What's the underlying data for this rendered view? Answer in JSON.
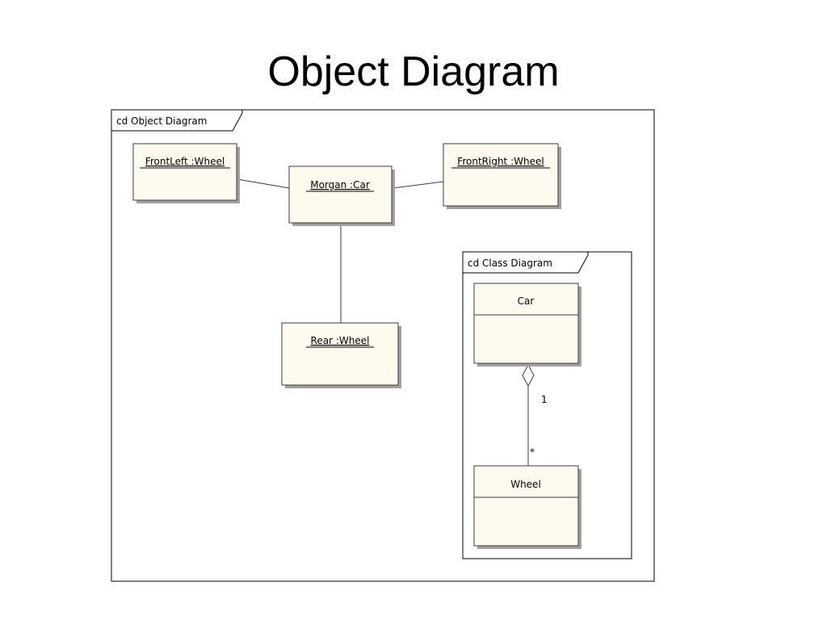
{
  "slide": {
    "title": "Object Diagram"
  },
  "object_frame": {
    "label": "cd Object Diagram"
  },
  "objects": {
    "front_left": "FrontLeft :Wheel",
    "front_right": "FrontRight :Wheel",
    "morgan": "Morgan :Car",
    "rear": "Rear :Wheel"
  },
  "class_frame": {
    "label": "cd Class Diagram"
  },
  "classes": {
    "car": "Car",
    "wheel": "Wheel"
  },
  "aggregation": {
    "car_multiplicity": "1",
    "wheel_multiplicity": "*"
  },
  "colors": {
    "box_fill": "#fffaf0",
    "stroke": "#3c3c3c",
    "shadow": "#a0a0a0"
  }
}
